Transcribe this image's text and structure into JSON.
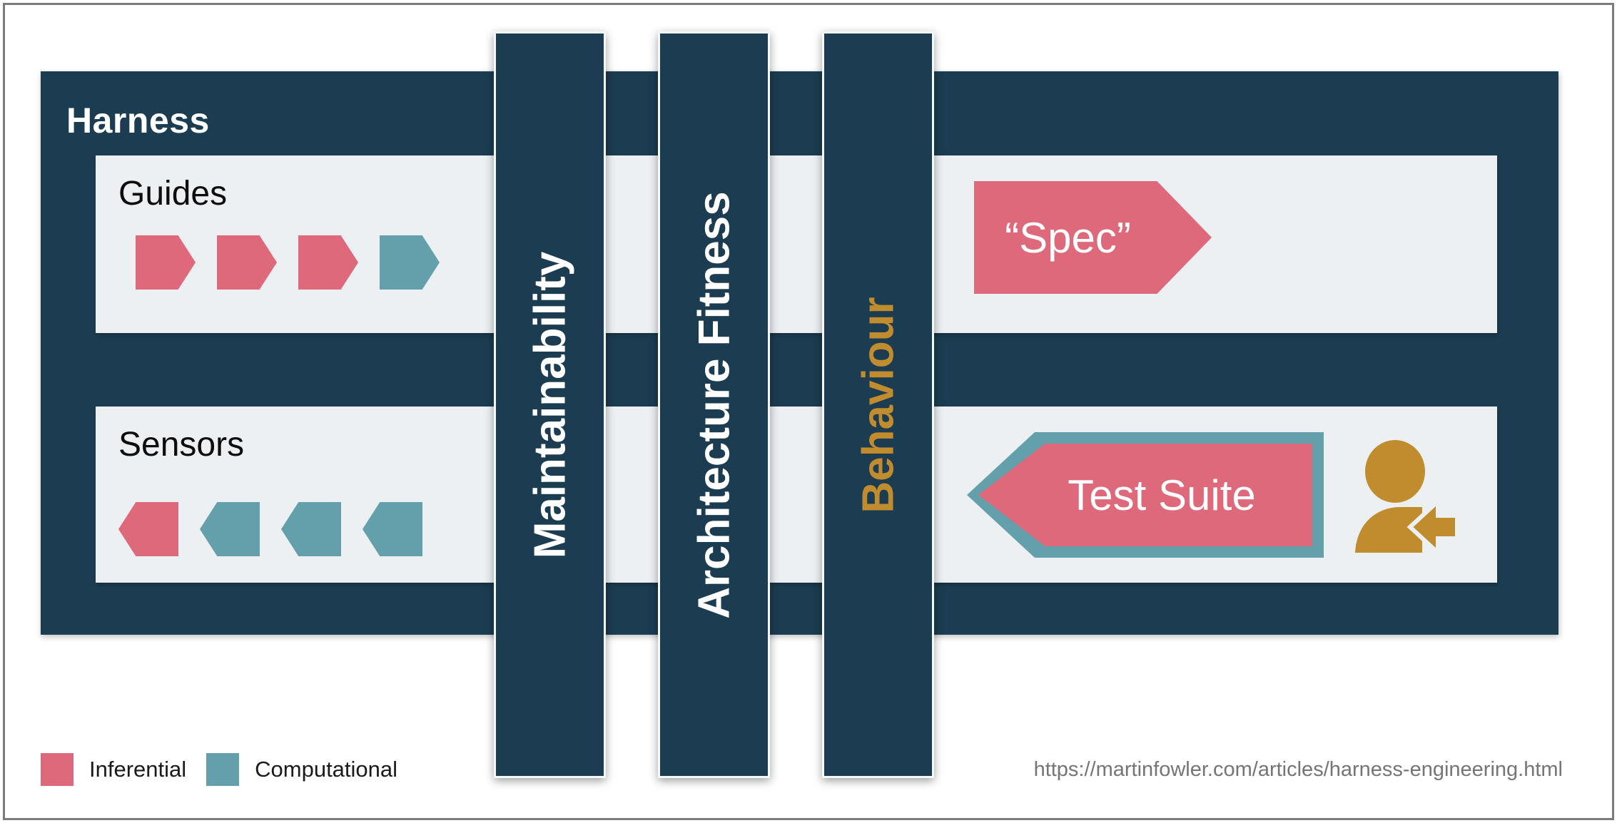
{
  "title": "Harness",
  "rows": {
    "guides": {
      "label": "Guides",
      "arrows": [
        "inferential",
        "inferential",
        "inferential",
        "computational"
      ],
      "spec": {
        "label": "“Spec”"
      }
    },
    "sensors": {
      "label": "Sensors",
      "arrows": [
        "inferential",
        "computational",
        "computational",
        "computational"
      ],
      "test_suite": {
        "label": "Test Suite"
      }
    }
  },
  "bars": [
    {
      "label": "Maintainability",
      "text_color": "#ffffff"
    },
    {
      "label": "Architecture Fitness",
      "text_color": "#ffffff"
    },
    {
      "label": "Behaviour",
      "text_color": "#c18c2d"
    }
  ],
  "legend": [
    {
      "label": "Inferential",
      "color": "#dd697b"
    },
    {
      "label": "Computational",
      "color": "#649fac"
    }
  ],
  "footer": {
    "url": "https://martinfowler.com/articles/harness-engineering.html"
  },
  "icons": {
    "person": "tester-person-icon",
    "feedback_arrow": "arrow-left-icon"
  },
  "colors": {
    "navy": "#1c3d51",
    "inferential": "#dd697b",
    "computational": "#649fac",
    "gold": "#c18c2d",
    "row_bg": "#ecf0f2",
    "url_text": "#757575"
  }
}
